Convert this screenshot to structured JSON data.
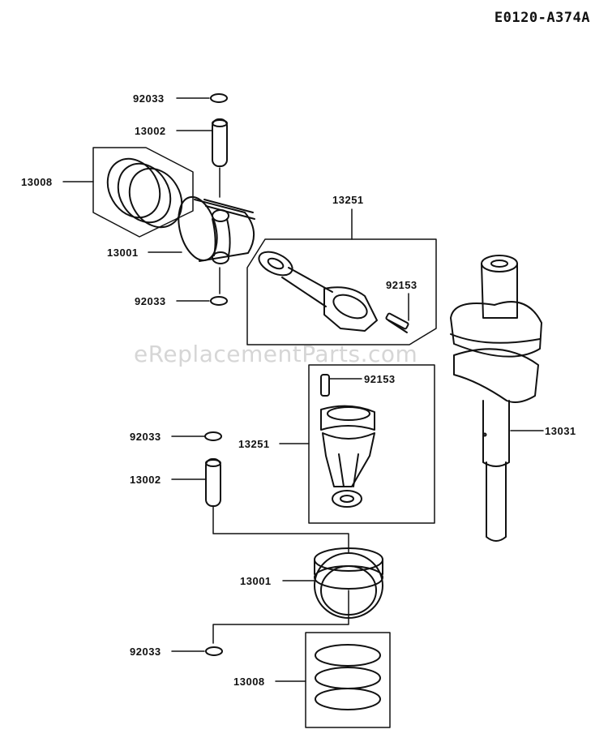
{
  "diagram": {
    "code": "E0120-A374A",
    "watermark": "eReplacementParts.com",
    "labels": {
      "ring_clip_a": "92033",
      "pin_a": "13002",
      "ring_set_a": "13008",
      "piston_a": "13001",
      "ring_clip_b": "92033",
      "rod_a": "13251",
      "bolt_a": "92153",
      "bolt_b": "92153",
      "rod_b": "13251",
      "crankshaft": "13031",
      "ring_clip_c": "92033",
      "pin_b": "13002",
      "piston_b": "13001",
      "ring_clip_d": "92033",
      "ring_set_b": "13008"
    }
  }
}
